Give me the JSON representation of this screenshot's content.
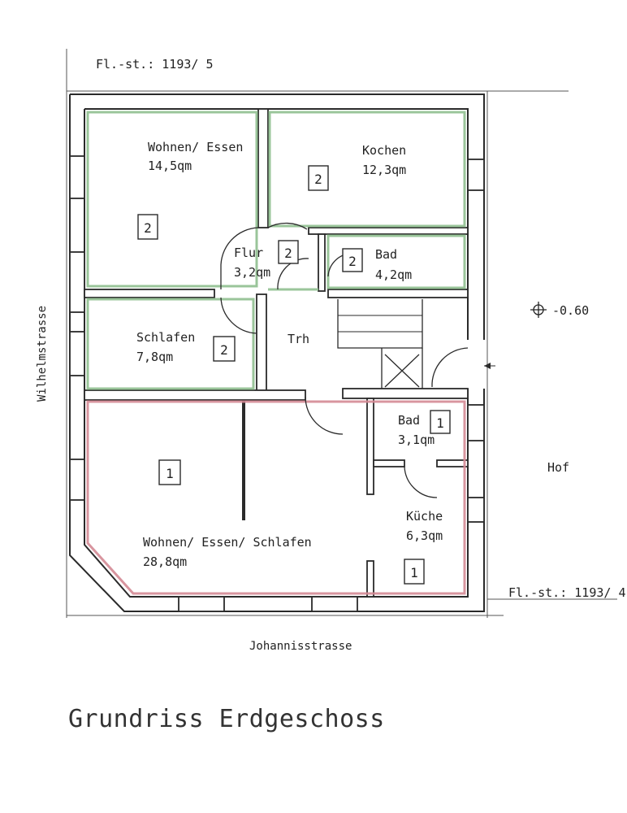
{
  "labels": {
    "parcel_top": "Fl.-st.: 1193/ 5",
    "parcel_right": "Fl.-st.: 1193/ 4",
    "street_left": "Wilhelmstrasse",
    "street_bottom": "Johannisstrasse",
    "yard": "Hof",
    "level": "-0.60",
    "title": "Grundriss Erdgeschoss"
  },
  "rooms": {
    "wohnen_essen": {
      "name": "Wohnen/ Essen",
      "area": "14,5qm",
      "unit": "2"
    },
    "kochen": {
      "name": "Kochen",
      "area": "12,3qm",
      "unit": "2"
    },
    "flur": {
      "name": "Flur",
      "area": "3,2qm",
      "unit": "2"
    },
    "bad_upper": {
      "name": "Bad",
      "area": "4,2qm",
      "unit": "2"
    },
    "schlafen": {
      "name": "Schlafen",
      "area": "7,8qm",
      "unit": "2"
    },
    "treppenhaus": {
      "name": "Trh"
    },
    "bad_lower": {
      "name": "Bad",
      "area": "3,1qm",
      "unit": "1"
    },
    "kueche": {
      "name": "Küche",
      "area": "6,3qm",
      "unit": "1"
    },
    "wohnen_essen_schlafen": {
      "name": "Wohnen/ Essen/ Schlafen",
      "area": "28,8qm",
      "unit": "1"
    }
  },
  "unit_markers": {
    "big_room": "1"
  },
  "colors": {
    "unit_2_outline": "#8fbf8f",
    "unit_1_outline": "#d48a95"
  }
}
